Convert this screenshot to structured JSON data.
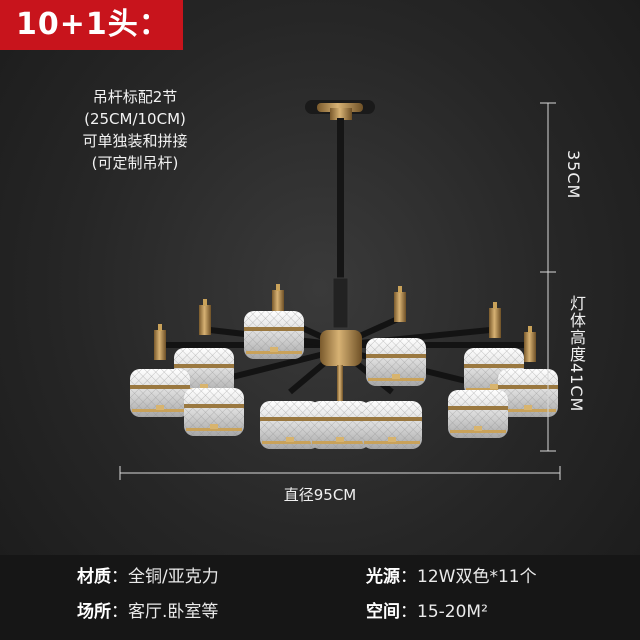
{
  "badge": {
    "title": "10+1头："
  },
  "note": {
    "lines": [
      "吊杆标配2节",
      "(25CM/10CM)",
      "可单独装和拼接",
      "(可定制吊杆)"
    ]
  },
  "dimensions": {
    "rod_height": "35CM",
    "lamp_height": "灯体高度41CM",
    "diameter": "直径95CM"
  },
  "specs": [
    {
      "key": "材质",
      "sep": "：",
      "value": "全铜/亚克力"
    },
    {
      "key": "光源",
      "sep": "：",
      "value": "12W双色*11个"
    },
    {
      "key": "场所",
      "sep": "：",
      "value": "客厅.卧室等"
    },
    {
      "key": "空间",
      "sep": "：",
      "value": "15-20M²"
    }
  ],
  "colors": {
    "badge": "#c8141c",
    "brass": "#b48a4a",
    "black": "#141414"
  }
}
